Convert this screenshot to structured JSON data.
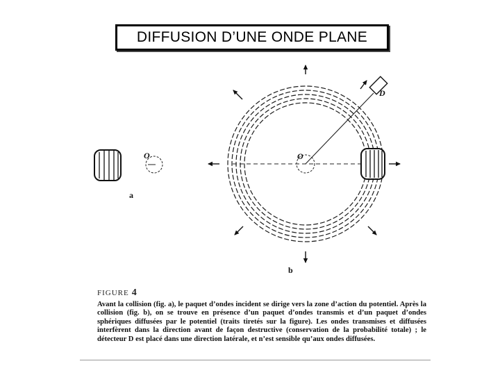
{
  "slide": {
    "title": "DIFFUSION D’UNE ONDE PLANE"
  },
  "figure": {
    "label_a": "a",
    "label_b": "b",
    "origin_label_a": "O",
    "origin_label_b": "O",
    "detector_label": "D",
    "heading_word": "FIGURE",
    "heading_number": "4",
    "caption": "Avant la collision (fig. a), le paquet d’ondes incident se dirige vers la zone d’action du potentiel. Après la collision (fig. b), on se trouve en présence d’un paquet d’ondes transmis et d’un paquet d’ondes sphériques diffusées par le potentiel (traits tiretés sur la figure). Les ondes transmises et diffusées interfèrent dans la direction avant de façon destructive (conservation de la probabilité totale) ; le détecteur D est placé dans une direction latérale, et n’est sensible qu’aux ondes diffusées."
  }
}
